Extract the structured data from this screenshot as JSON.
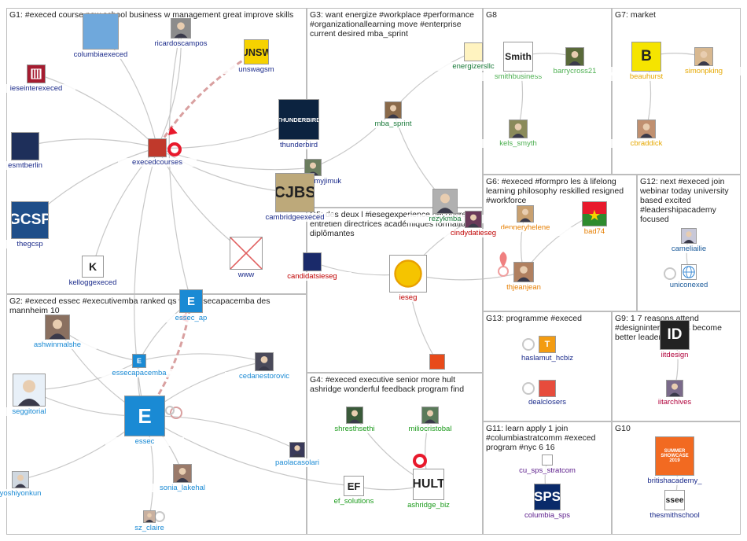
{
  "groups": [
    {
      "id": "G1",
      "label": "G1: #execed course new school business w management great improve skills"
    },
    {
      "id": "G2",
      "label": "G2: #execed essec #executivemba ranked qs wur essecapacemba des mannheim 10"
    },
    {
      "id": "G3",
      "label": "G3: want energize #workplace #performance #organizationallearning move #enterprise current desired mba_sprint"
    },
    {
      "id": "G4",
      "label": "G4: #execed executive senior more hult ashridge wonderful feedback program find"
    },
    {
      "id": "G5",
      "label": "G5: des deux l #iesegexperience découvrez entretien directrices académiques formations diplômantes"
    },
    {
      "id": "G6",
      "label": "G6: #execed #formpro les à lifelong learning philosophy reskilled resigned #workforce"
    },
    {
      "id": "G7",
      "label": "G7: market"
    },
    {
      "id": "G8",
      "label": "G8"
    },
    {
      "id": "G9",
      "label": "G9: 1 7 reasons attend #designintersections become better leader join 22"
    },
    {
      "id": "G10",
      "label": "G10"
    },
    {
      "id": "G11",
      "label": "G11: learn apply 1 join #columbiastratcomm #execed program #nyc 6 16"
    },
    {
      "id": "G12",
      "label": "G12: next #execed join webinar today university based excited #leadershipacademy focused"
    },
    {
      "id": "G13",
      "label": "G13: programme #execed"
    }
  ],
  "nodes": [
    {
      "id": "columbiaexeced",
      "label": "columbiaexeced",
      "color": "#1a2a8a",
      "icon": "columbia-logo",
      "iconText": "",
      "iconBg": "#6fa8dc"
    },
    {
      "id": "ricardoscampos",
      "label": "ricardoscampos",
      "color": "#1a2a8a",
      "icon": "person-photo",
      "iconText": "",
      "iconBg": "#8c8c8c"
    },
    {
      "id": "unswagsm",
      "label": "unswagsm",
      "color": "#1a2a8a",
      "icon": "unsw-logo",
      "iconText": "UNSW",
      "iconBg": "#f6d200"
    },
    {
      "id": "ieseinterexeced",
      "label": "ieseinterexeced",
      "color": "#1a2a8a",
      "icon": "iese-logo",
      "iconText": "",
      "iconBg": "#a51c30"
    },
    {
      "id": "execedcourses",
      "label": "execedcourses",
      "color": "#1a2a8a",
      "icon": "execed-logo",
      "iconText": "",
      "iconBg": "#c0392b"
    },
    {
      "id": "thunderbird",
      "label": "thunderbird",
      "color": "#1a2a8a",
      "icon": "thunderbird-logo",
      "iconText": "THUNDERBIRD",
      "iconBg": "#0c2340"
    },
    {
      "id": "esmtberlin",
      "label": "esmtberlin",
      "color": "#1a2a8a",
      "icon": "esmt-logo",
      "iconText": "",
      "iconBg": "#1e2f5a"
    },
    {
      "id": "jamesjimmyjimuk",
      "label": "jamesjimmyjimuk",
      "color": "#1a2a8a",
      "icon": "person-photo",
      "iconText": "",
      "iconBg": "#6b7d5e"
    },
    {
      "id": "cambridgeexeced",
      "label": "cambridgeexeced",
      "color": "#1a2a8a",
      "icon": "cambridge-logo",
      "iconText": "CJBS",
      "iconBg": "#bda97a"
    },
    {
      "id": "thegcsp",
      "label": "thegcsp",
      "color": "#1a2a8a",
      "icon": "gcsp-logo",
      "iconText": "GCSP",
      "iconBg": "#1f4e89"
    },
    {
      "id": "www",
      "label": "www",
      "color": "#1a2a8a",
      "icon": "broken-image-icon",
      "iconText": "",
      "iconBg": "#ffffff"
    },
    {
      "id": "kelloggexeced",
      "label": "kelloggexeced",
      "color": "#1a2a8a",
      "icon": "kellogg-logo",
      "iconText": "K",
      "iconBg": "#ffffff"
    },
    {
      "id": "mba_sprint",
      "label": "mba_sprint",
      "color": "#1a7a3a",
      "icon": "person-photo",
      "iconText": "",
      "iconBg": "#8a6a4a"
    },
    {
      "id": "energizersllc",
      "label": "energizersllc",
      "color": "#1a7a3a",
      "icon": "energizer-logo",
      "iconText": "",
      "iconBg": "#fff3c0"
    },
    {
      "id": "rezykmba",
      "label": "rezykmba",
      "color": "#1a7a3a",
      "icon": "person-photo",
      "iconText": "",
      "iconBg": "#b0b0b0"
    },
    {
      "id": "smithbusiness",
      "label": "smithbusiness",
      "color": "#4caf50",
      "icon": "smith-logo",
      "iconText": "Smith",
      "iconBg": "#ffffff"
    },
    {
      "id": "barrycross21",
      "label": "barrycross21",
      "color": "#4caf50",
      "icon": "person-photo",
      "iconText": "",
      "iconBg": "#5a6a3a"
    },
    {
      "id": "kels_smyth",
      "label": "kels_smyth",
      "color": "#4caf50",
      "icon": "person-photo",
      "iconText": "",
      "iconBg": "#8a8a5a"
    },
    {
      "id": "beauhurst",
      "label": "beauhurst",
      "color": "#e6a800",
      "icon": "beauhurst-logo",
      "iconText": "B",
      "iconBg": "#f5e400"
    },
    {
      "id": "simonpking",
      "label": "simonpking",
      "color": "#e6a800",
      "icon": "person-photo",
      "iconText": "",
      "iconBg": "#d8b890"
    },
    {
      "id": "cbraddick",
      "label": "cbraddick",
      "color": "#e6a800",
      "icon": "person-photo",
      "iconText": "",
      "iconBg": "#c09070"
    },
    {
      "id": "denneryhelene",
      "label": "denneryhelene",
      "color": "#e67e00",
      "icon": "person-photo",
      "iconText": "",
      "iconBg": "#c8a070"
    },
    {
      "id": "bad74",
      "label": "bad74",
      "color": "#e67e00",
      "icon": "flag-icon",
      "iconText": "",
      "iconBg": "#2e8b2e"
    },
    {
      "id": "thjeanjean",
      "label": "thjeanjean",
      "color": "#e67e00",
      "icon": "person-photo",
      "iconText": "",
      "iconBg": "#b08060"
    },
    {
      "id": "cameliailie",
      "label": "cameliailie",
      "color": "#1a5a9a",
      "icon": "person-photo",
      "iconText": "",
      "iconBg": "#c8c8d8"
    },
    {
      "id": "uniconexed",
      "label": "uniconexed",
      "color": "#1a5a9a",
      "icon": "globe-icon",
      "iconText": "",
      "iconBg": "#ffffff"
    },
    {
      "id": "candidatsieseg",
      "label": "candidatsieseg",
      "color": "#c00000",
      "icon": "ieseg-badge",
      "iconText": "",
      "iconBg": "#1a2a6a"
    },
    {
      "id": "ieseg",
      "label": "ieseg",
      "color": "#c00000",
      "icon": "ieseg-logo",
      "iconText": "",
      "iconBg": "#f5c400"
    },
    {
      "id": "cindydatieseg",
      "label": "cindydatieseg",
      "color": "#c00000",
      "icon": "person-photo",
      "iconText": "",
      "iconBg": "#6a3a5a"
    },
    {
      "id": "ieseg_small",
      "label": "",
      "color": "#c00000",
      "icon": "ieseg-small-logo",
      "iconText": "",
      "iconBg": "#e84a1a"
    },
    {
      "id": "essec_ap",
      "label": "essec_ap",
      "color": "#1a8ad4",
      "icon": "essec-logo",
      "iconText": "E",
      "iconBg": "#1a8ad4"
    },
    {
      "id": "ashwinmalshe",
      "label": "ashwinmalshe",
      "color": "#1a8ad4",
      "icon": "person-photo",
      "iconText": "",
      "iconBg": "#8a7060"
    },
    {
      "id": "essecapacemba",
      "label": "essecapacemba",
      "color": "#1a8ad4",
      "icon": "essec-logo",
      "iconText": "E",
      "iconBg": "#1a8ad4"
    },
    {
      "id": "cedanestorovic",
      "label": "cedanestorovic",
      "color": "#1a8ad4",
      "icon": "person-photo",
      "iconText": "",
      "iconBg": "#4a4a5a"
    },
    {
      "id": "seggitorial",
      "label": "seggitorial",
      "color": "#1a8ad4",
      "icon": "person-photo",
      "iconText": "",
      "iconBg": "#e8f0f8"
    },
    {
      "id": "essec",
      "label": "essec",
      "color": "#1a8ad4",
      "icon": "essec-logo",
      "iconText": "E",
      "iconBg": "#1a8ad4"
    },
    {
      "id": "paolacasolari",
      "label": "paolacasolari",
      "color": "#1a8ad4",
      "icon": "person-photo",
      "iconText": "",
      "iconBg": "#3a3a5a"
    },
    {
      "id": "yoshiyonkun",
      "label": "yoshiyonkun",
      "color": "#1a8ad4",
      "icon": "person-photo",
      "iconText": "",
      "iconBg": "#d0d8e0"
    },
    {
      "id": "sonia_lakehal",
      "label": "sonia_lakehal",
      "color": "#1a8ad4",
      "icon": "person-photo",
      "iconText": "",
      "iconBg": "#9a7a6a"
    },
    {
      "id": "sz_claire",
      "label": "sz_claire",
      "color": "#1a8ad4",
      "icon": "person-photo",
      "iconText": "",
      "iconBg": "#c8b0a0"
    },
    {
      "id": "shresthsethi",
      "label": "shresthsethi",
      "color": "#1a9a1a",
      "icon": "person-photo",
      "iconText": "",
      "iconBg": "#3a5a3a"
    },
    {
      "id": "miliocristobal",
      "label": "miliocristobal",
      "color": "#1a9a1a",
      "icon": "person-photo",
      "iconText": "",
      "iconBg": "#5a7a5a"
    },
    {
      "id": "ef_solutions",
      "label": "ef_solutions",
      "color": "#1a9a1a",
      "icon": "ef-logo",
      "iconText": "EF",
      "iconBg": "#ffffff"
    },
    {
      "id": "ashridge_biz",
      "label": "ashridge_biz",
      "color": "#1a9a1a",
      "icon": "hult-logo",
      "iconText": "HULT",
      "iconBg": "#ffffff"
    },
    {
      "id": "haslamut_hcbiz",
      "label": "haslamut_hcbiz",
      "color": "#1a2a8a",
      "icon": "haslam-logo",
      "iconText": "T",
      "iconBg": "#f39c12"
    },
    {
      "id": "dealclosers",
      "label": "dealclosers",
      "color": "#1a2a8a",
      "icon": "dealclosers-logo",
      "iconText": "",
      "iconBg": "#e74c3c"
    },
    {
      "id": "iitdesign",
      "label": "iitdesign",
      "color": "#b0003a",
      "icon": "iitdesign-logo",
      "iconText": "ID",
      "iconBg": "#222222"
    },
    {
      "id": "iitarchives",
      "label": "iitarchives",
      "color": "#b0003a",
      "icon": "person-photo",
      "iconText": "",
      "iconBg": "#7a6a8a"
    },
    {
      "id": "cu_sps_stratcom",
      "label": "cu_sps_stratcom",
      "color": "#5a1a8a",
      "icon": "line-icon",
      "iconText": "",
      "iconBg": "#ffffff"
    },
    {
      "id": "columbia_sps",
      "label": "columbia_sps",
      "color": "#5a1a8a",
      "icon": "sps-logo",
      "iconText": "SPS",
      "iconBg": "#0a2a6a"
    },
    {
      "id": "britishacademy_",
      "label": "britishacademy_",
      "color": "#1a2a8a",
      "icon": "summer-showcase-logo",
      "iconText": "SUMMER SHOWCASE 2019",
      "iconBg": "#f26a21"
    },
    {
      "id": "thesmithschool",
      "label": "thesmithschool",
      "color": "#1a2a8a",
      "icon": "ssee-logo",
      "iconText": "ssee",
      "iconBg": "#ffffff"
    }
  ]
}
